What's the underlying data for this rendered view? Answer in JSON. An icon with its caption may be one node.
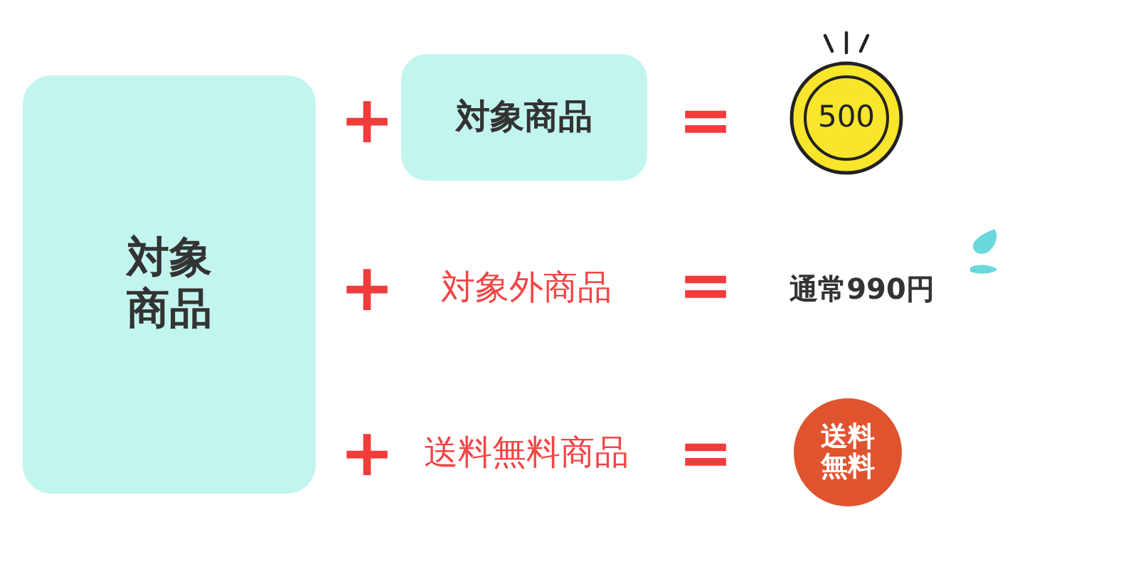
{
  "diagram": {
    "nodes": [
      {
        "text": [
          "対象商品"
        ]
      },
      {
        "text": [
          "対象商品"
        ]
      },
      {
        "text": [
          "500"
        ]
      },
      {
        "text": [
          "送料無料"
        ]
      }
    ],
    "labels": [
      "+",
      "=",
      "+",
      "対象外商品",
      "=",
      "通常990円",
      "+",
      "送料無料商品",
      "="
    ]
  }
}
